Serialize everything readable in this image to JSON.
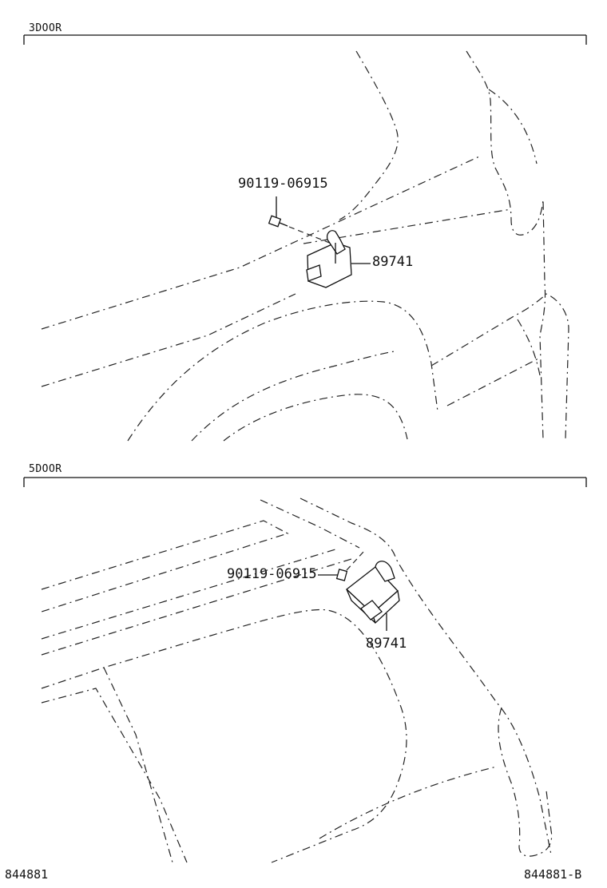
{
  "sections": [
    {
      "label": "3DOOR",
      "bolt_part_no": "90119-06915",
      "module_part_no": "89741"
    },
    {
      "label": "5DOOR",
      "bolt_part_no": "90119-06915",
      "module_part_no": "89741"
    }
  ],
  "footer": {
    "left_code": "844881",
    "right_code": "844881-B"
  }
}
